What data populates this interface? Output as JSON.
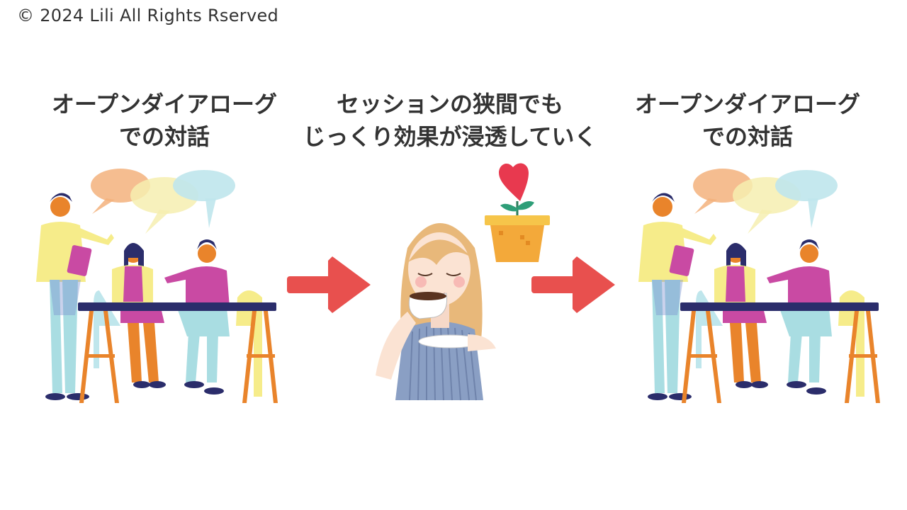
{
  "copyright": "© 2024 Lili All Rights Rserved",
  "columns": [
    {
      "title_line1": "オープンダイアローグ",
      "title_line2": "での対話"
    },
    {
      "title_line1": "セッションの狭間でも",
      "title_line2": "じっくり効果が浸透していく"
    },
    {
      "title_line1": "オープンダイアローグ",
      "title_line2": "での対話"
    }
  ],
  "colors": {
    "arrow": "#e8504e",
    "bubble_orange": "#f3b27c",
    "bubble_yellow": "#f6eeb0",
    "bubble_blue": "#bfe6ec",
    "table": "#2b2d6b",
    "table_legs": "#e9842b",
    "heart": "#e8394f",
    "pot": "#f3a93a"
  },
  "icons": [
    "group-dialogue-illustration",
    "woman-drinking-coffee-illustration",
    "heart-plant-icon",
    "right-arrow-icon"
  ]
}
